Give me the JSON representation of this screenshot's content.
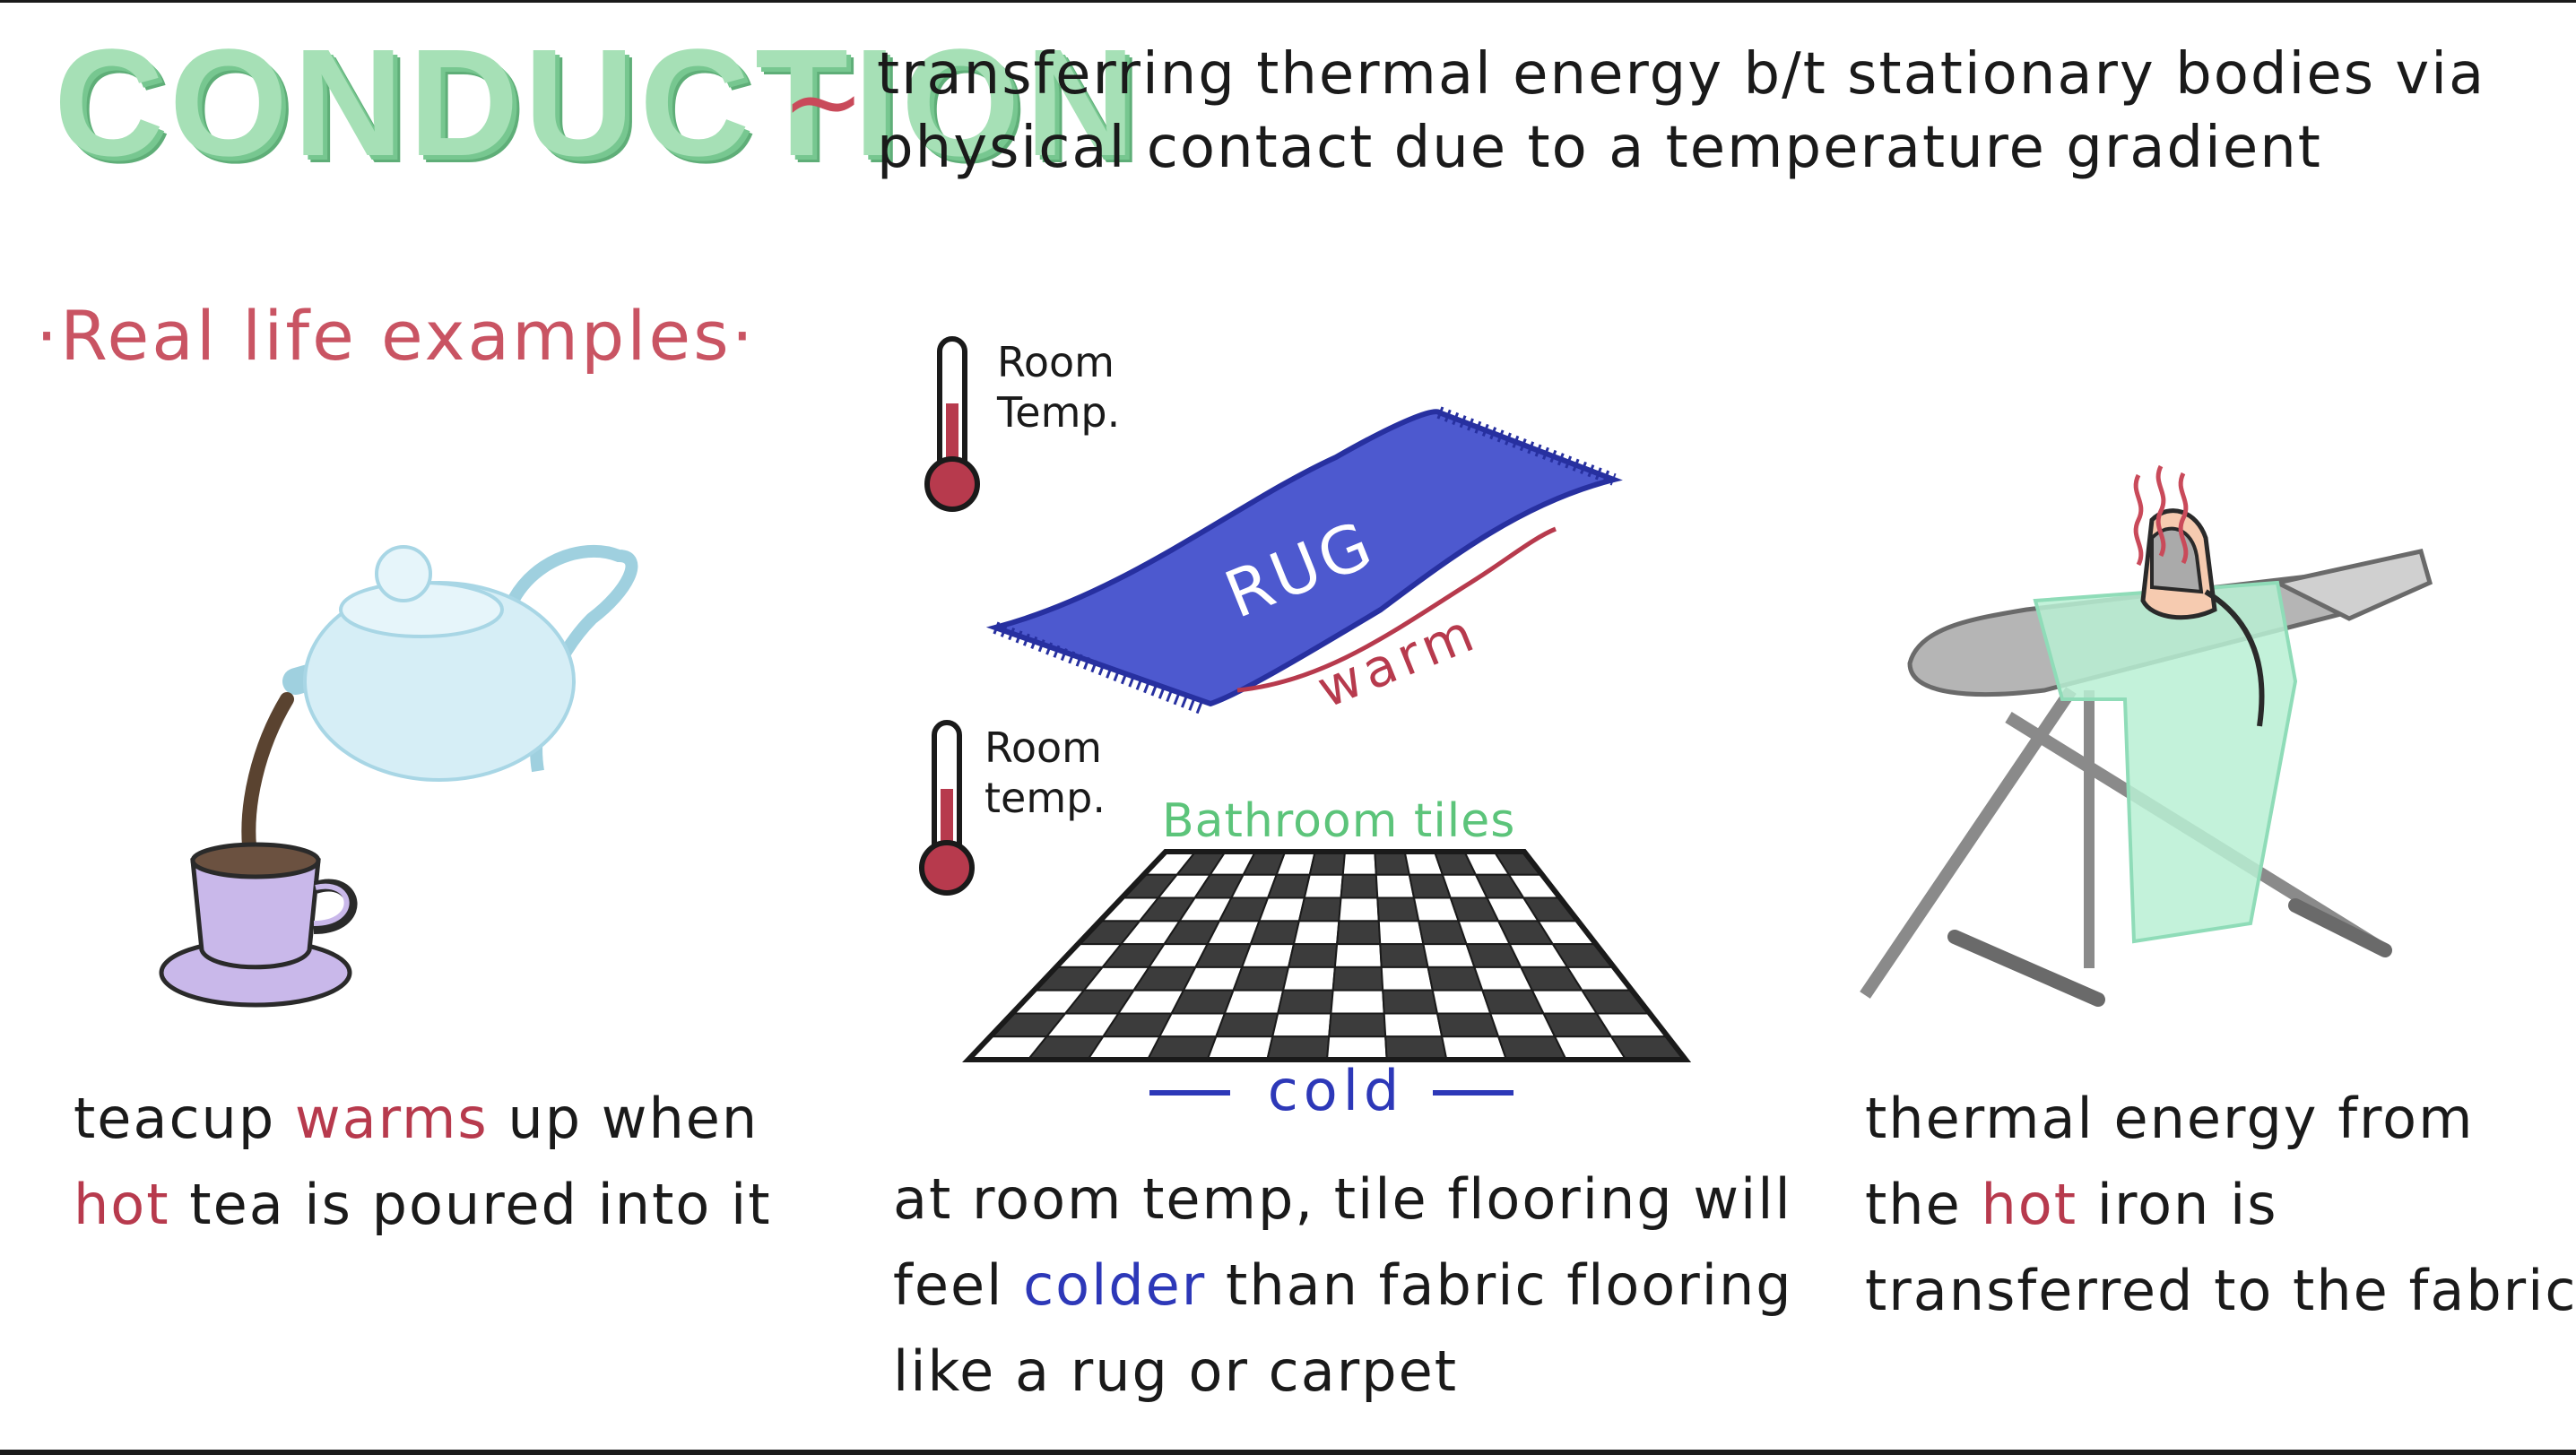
{
  "title": "CONDUCTION",
  "title_connector": "~",
  "definition": "transferring thermal energy b/t stationary bodies via physical contact due to a temperature gradient",
  "examples_heading": "·Real life examples·",
  "left_example": {
    "caption_parts": [
      "teacup ",
      "warms",
      " up when ",
      "hot",
      " tea is poured into it"
    ]
  },
  "middle_example": {
    "thermometer_label_top_1": "Room",
    "thermometer_label_top_2": "Temp.",
    "rug_label": "RUG",
    "warm_label": "warm",
    "thermometer_label_bottom_1": "Room",
    "thermometer_label_bottom_2": "temp.",
    "tiles_label": "Bathroom tiles",
    "cold_label": "cold",
    "caption_parts": [
      "at room temp, tile flooring will feel ",
      "colder",
      " than fabric flooring like a rug or carpet"
    ]
  },
  "right_example": {
    "caption_parts": [
      "thermal energy from the ",
      "hot",
      " iron is transferred to the fabric"
    ]
  },
  "colors": {
    "title_green": "#a6e0b6",
    "accent_red": "#c95463",
    "hot_red": "#b73a4d",
    "cold_blue": "#2d38b8",
    "rug_blue": "#4d59cf",
    "tiles_green": "#5cc47a",
    "teapot_blue": "#d6eef6",
    "teacup_purple": "#c9b8ea"
  }
}
